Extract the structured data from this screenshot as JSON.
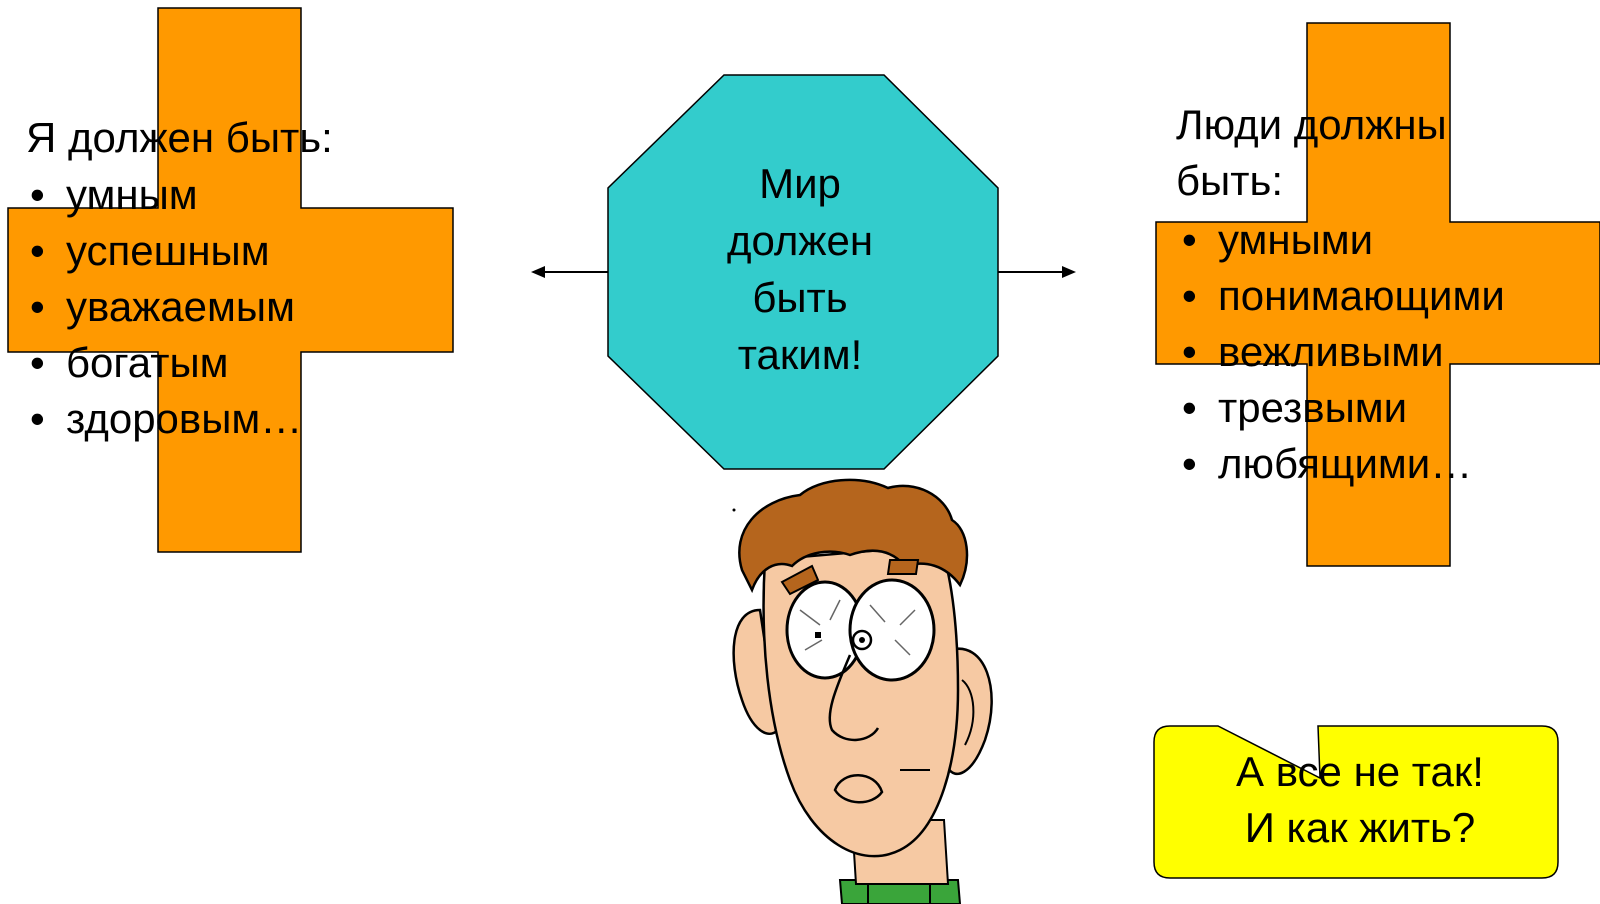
{
  "center": {
    "lines": [
      "Мир",
      "должен",
      "быть",
      "таким!"
    ]
  },
  "left_block": {
    "heading": "Я должен быть:",
    "items": [
      "умным",
      "успешным",
      "уважаемым",
      "богатым",
      "здоровым…"
    ]
  },
  "right_block": {
    "heading_line1": "Люди должны",
    "heading_line2": "быть:",
    "items": [
      "умными",
      "понимающими",
      "вежливыми",
      "трезвыми",
      "любящими…"
    ]
  },
  "bubble": {
    "lines": [
      "А все не так!",
      "И как жить?"
    ]
  },
  "colors": {
    "cross": "#ff9900",
    "octagon": "#33cccc",
    "bubble": "#ffff00",
    "shirt": "#3aa53a",
    "skin": "#f6c9a3",
    "hair": "#b5651d"
  },
  "icons": {
    "bullet": "•"
  }
}
